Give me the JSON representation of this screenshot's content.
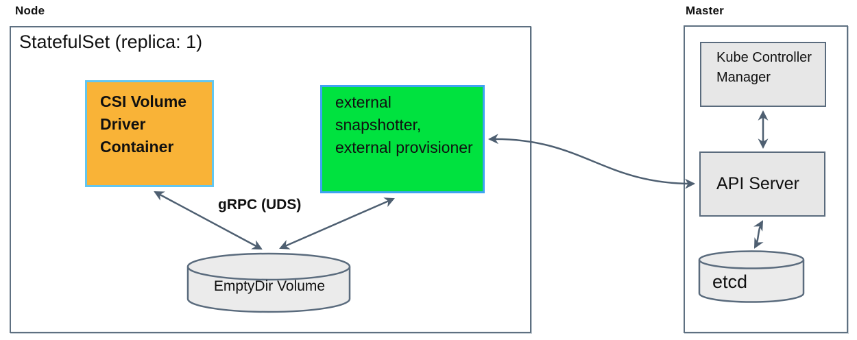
{
  "node": {
    "title": "Node",
    "statefulset_title": "StatefulSet (replica: 1)",
    "csi_driver_box": "CSI Volume Driver Container",
    "sidecar_box": "external snapshotter, external provisioner",
    "grpc_label": "gRPC (UDS)",
    "emptydir_volume": "EmptyDir Volume"
  },
  "master": {
    "title": "Master",
    "kube_controller_manager": "Kube Controller Manager",
    "api_server": "API Server",
    "etcd": "etcd"
  },
  "colors": {
    "csi_box_fill": "#f9b337",
    "csi_box_border": "#63c6ef",
    "sidecar_box_fill": "#00e23f",
    "sidecar_box_border": "#3fa3f2",
    "grey_box_fill": "#e7e7e7",
    "cylinder_fill": "#ebebeb",
    "box_outline": "#5a6b7d",
    "arrow": "#4e5f71",
    "text": "#101010"
  }
}
